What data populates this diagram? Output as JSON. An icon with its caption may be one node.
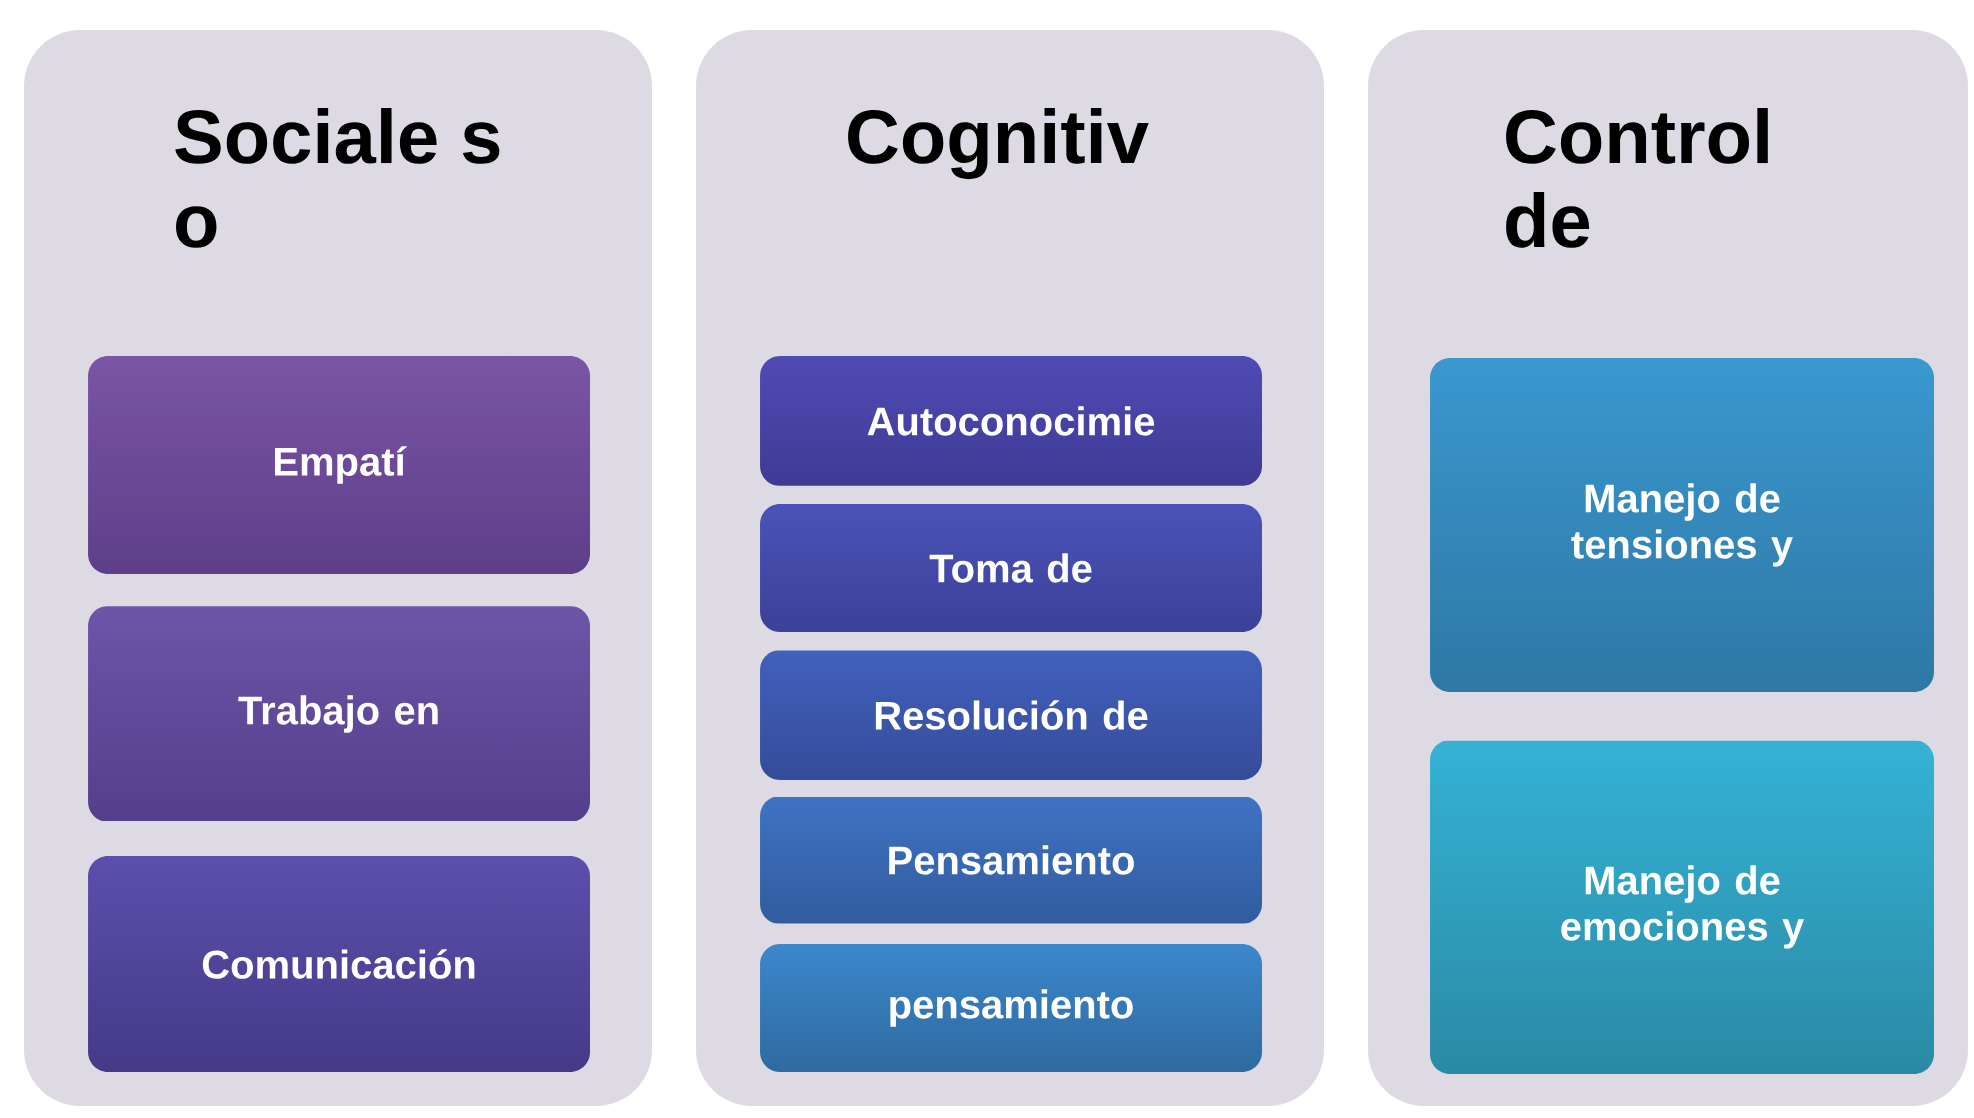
{
  "diagram": {
    "nodes": [
      {
        "text": [
          "Sociale s o"
        ]
      },
      {
        "text": [
          "Empatí"
        ],
        "in": 0
      },
      {
        "text": [
          "Trabajo en"
        ],
        "in": 0
      },
      {
        "text": [
          "Comunicación"
        ],
        "in": 0
      },
      {
        "text": [
          "Cognitiv"
        ]
      },
      {
        "text": [
          "Autoconocimie"
        ],
        "in": 4
      },
      {
        "text": [
          "Toma de"
        ],
        "in": 4
      },
      {
        "text": [
          "Resolución de"
        ],
        "in": 4
      },
      {
        "text": [
          "Pensamiento"
        ],
        "in": 4
      },
      {
        "text": [
          "pensamiento"
        ],
        "in": 4
      },
      {
        "text": [
          "Control de"
        ]
      },
      {
        "text": [
          "Manejo de tensiones y"
        ],
        "in": 10
      },
      {
        "text": [
          "Manejo de emociones y"
        ],
        "in": 10
      }
    ]
  }
}
